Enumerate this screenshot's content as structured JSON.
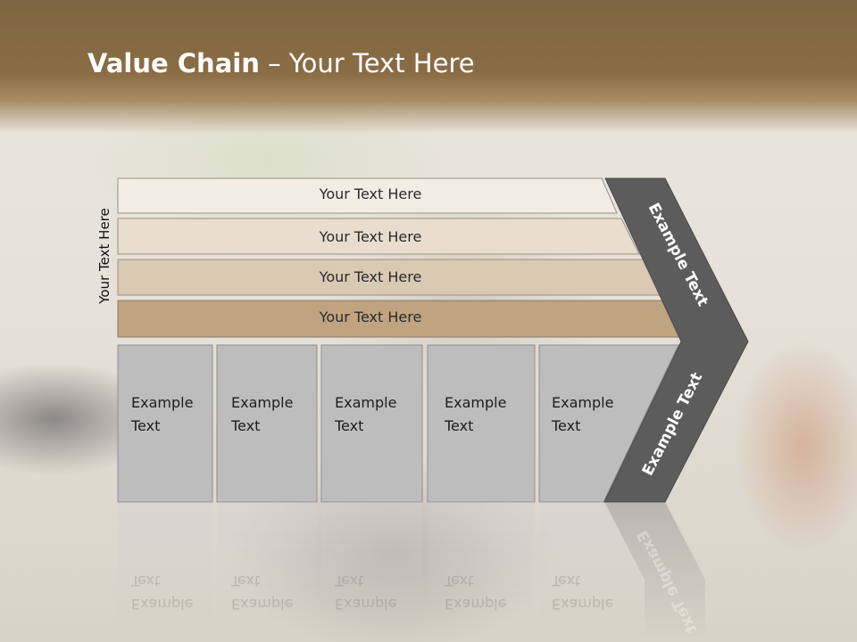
{
  "title": {
    "bold": "Value Chain",
    "rest": " – Your Text Here"
  },
  "side_label": "Your Text Here",
  "rows": [
    {
      "label": "Your Text Here",
      "fill": "#f3ece4"
    },
    {
      "label": "Your Text Here",
      "fill": "#e9ddd0"
    },
    {
      "label": "Your Text Here",
      "fill": "#dac9b3"
    },
    {
      "label": "Your Text Here",
      "fill": "#c0a380"
    }
  ],
  "activities": [
    {
      "line1": "Example",
      "line2": "Text"
    },
    {
      "line1": "Example",
      "line2": "Text"
    },
    {
      "line1": "Example",
      "line2": "Text"
    },
    {
      "line1": "Example",
      "line2": "Text"
    },
    {
      "line1": "Example",
      "line2": "Text"
    }
  ],
  "chevron": {
    "upper_label": "Example Text",
    "lower_label": "Example Text",
    "fill": "#5c5c5c"
  },
  "colors": {
    "header": "#7d6442",
    "activity_fill": "#bdbdbd",
    "activity_border": "#8f8f8f"
  }
}
